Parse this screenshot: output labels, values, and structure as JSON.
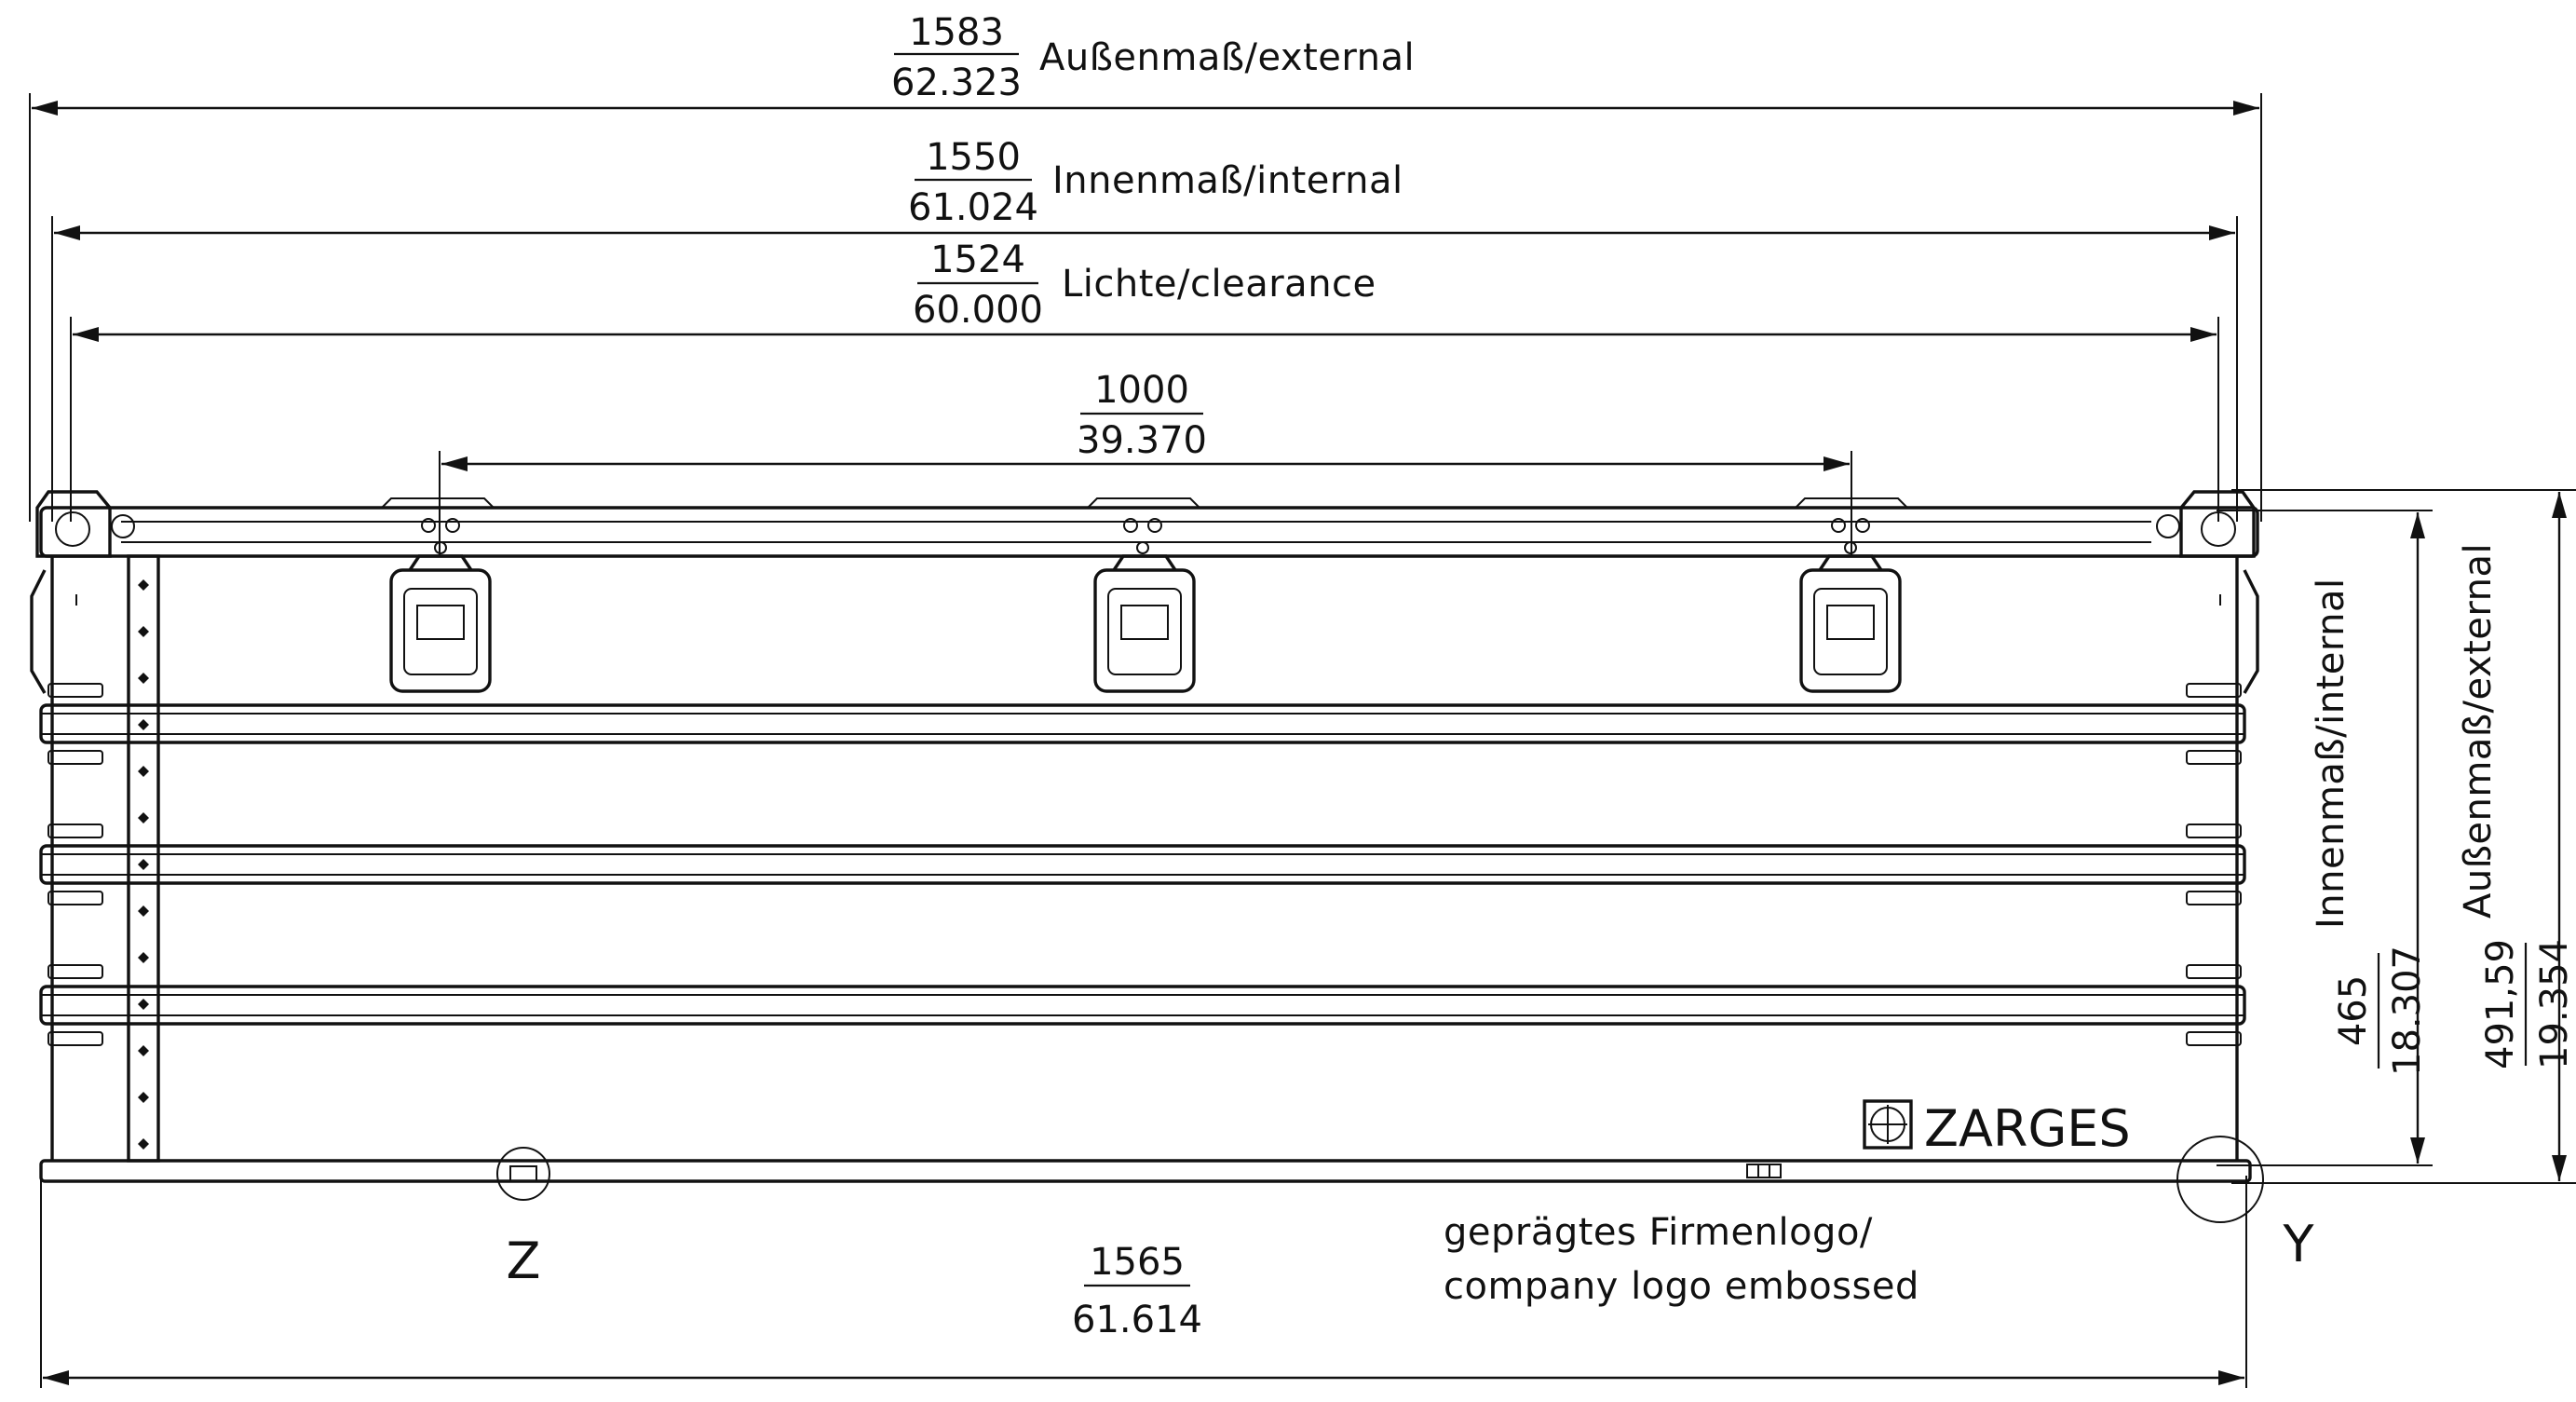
{
  "dimensions": {
    "external_length": {
      "mm": "1583",
      "inch": "62.323",
      "label": "Außenmaß/external"
    },
    "internal_length": {
      "mm": "1550",
      "inch": "61.024",
      "label": "Innenmaß/internal"
    },
    "clearance_length": {
      "mm": "1524",
      "inch": "60.000",
      "label": "Lichte/clearance"
    },
    "handle_spacing": {
      "mm": "1000",
      "inch": "39.370"
    },
    "bottom_length": {
      "mm": "1565",
      "inch": "61.614"
    },
    "internal_height": {
      "mm": "465",
      "inch": "18.307",
      "label": "Innenmaß/internal"
    },
    "external_height": {
      "mm": "491,59",
      "inch": "19.354",
      "label": "Außenmaß/external"
    }
  },
  "details": {
    "z": "Z",
    "y": "Y"
  },
  "annotation": {
    "line1": "geprägtes Firmenlogo/",
    "line2": "company logo embossed"
  },
  "logo": {
    "text": "ZARGES"
  }
}
